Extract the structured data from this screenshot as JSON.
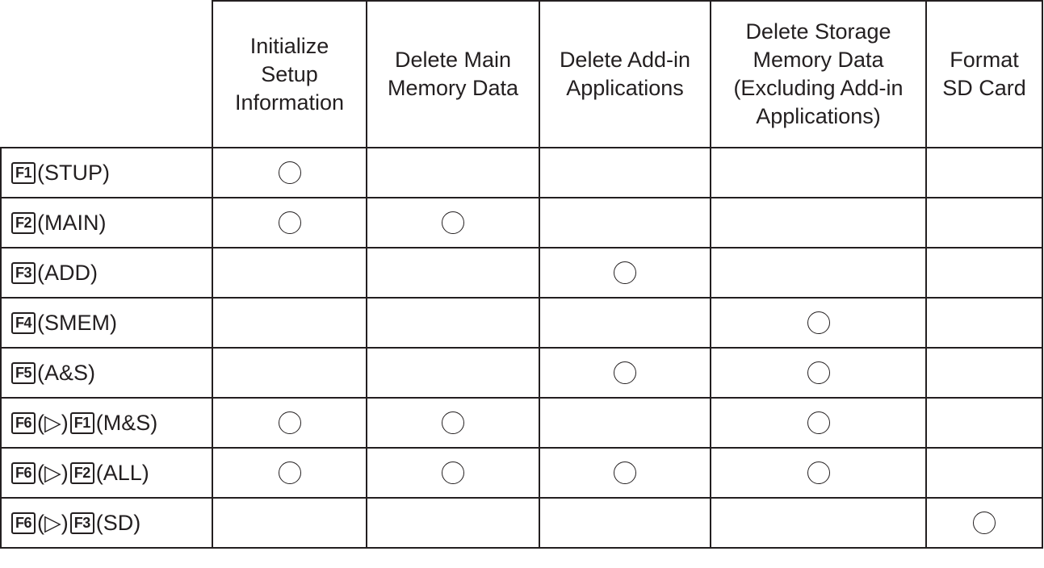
{
  "columns": [
    "Initialize\nSetup\nInformation",
    "Delete Main\nMemory Data",
    "Delete Add-in\nApplications",
    "Delete Storage\nMemory Data\n(Excluding Add-in\nApplications)",
    "Format\nSD Card"
  ],
  "rows": [
    {
      "label": [
        {
          "type": "key",
          "text": "F1"
        },
        {
          "type": "text",
          "text": "(STUP)"
        }
      ],
      "marks": [
        true,
        false,
        false,
        false,
        false
      ]
    },
    {
      "label": [
        {
          "type": "key",
          "text": "F2"
        },
        {
          "type": "text",
          "text": "(MAIN)"
        }
      ],
      "marks": [
        true,
        true,
        false,
        false,
        false
      ]
    },
    {
      "label": [
        {
          "type": "key",
          "text": "F3"
        },
        {
          "type": "text",
          "text": "(ADD)"
        }
      ],
      "marks": [
        false,
        false,
        true,
        false,
        false
      ]
    },
    {
      "label": [
        {
          "type": "key",
          "text": "F4"
        },
        {
          "type": "text",
          "text": "(SMEM)"
        }
      ],
      "marks": [
        false,
        false,
        false,
        true,
        false
      ]
    },
    {
      "label": [
        {
          "type": "key",
          "text": "F5"
        },
        {
          "type": "text",
          "text": "(A&S)"
        }
      ],
      "marks": [
        false,
        false,
        true,
        true,
        false
      ]
    },
    {
      "label": [
        {
          "type": "key",
          "text": "F6"
        },
        {
          "type": "text",
          "text": "(▷)"
        },
        {
          "type": "key",
          "text": "F1"
        },
        {
          "type": "text",
          "text": "(M&S)"
        }
      ],
      "marks": [
        true,
        true,
        false,
        true,
        false
      ]
    },
    {
      "label": [
        {
          "type": "key",
          "text": "F6"
        },
        {
          "type": "text",
          "text": "(▷)"
        },
        {
          "type": "key",
          "text": "F2"
        },
        {
          "type": "text",
          "text": "(ALL)"
        }
      ],
      "marks": [
        true,
        true,
        true,
        true,
        false
      ]
    },
    {
      "label": [
        {
          "type": "key",
          "text": "F6"
        },
        {
          "type": "text",
          "text": "(▷)"
        },
        {
          "type": "key",
          "text": "F3"
        },
        {
          "type": "text",
          "text": "(SD)"
        }
      ],
      "marks": [
        false,
        false,
        false,
        false,
        true
      ]
    }
  ],
  "mark_icon": "circle-icon"
}
